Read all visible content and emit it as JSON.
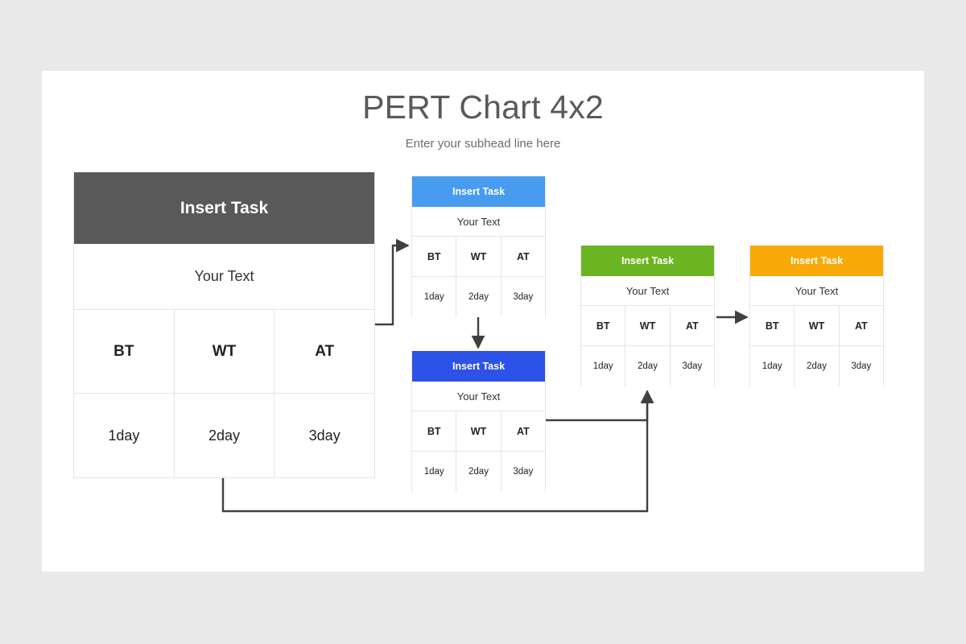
{
  "slide": {
    "title": "PERT Chart 4x2",
    "subtitle": "Enter your subhead line here",
    "background_color": "#e9e9e9",
    "panel_color": "#ffffff"
  },
  "labels": {
    "task_header": "Insert Task",
    "your_text": "Your Text",
    "bt": "BT",
    "wt": "WT",
    "at": "AT",
    "day1": "1day",
    "day2": "2day",
    "day3": "3day"
  },
  "cards": [
    {
      "id": "main",
      "header": "Insert Task",
      "header_color": "#595959",
      "text": "Your Text",
      "metrics": [
        "BT",
        "WT",
        "AT"
      ],
      "durations": [
        "1day",
        "2day",
        "3day"
      ]
    },
    {
      "id": "b1",
      "header": "Insert Task",
      "header_color": "#479cf0",
      "text": "Your Text",
      "metrics": [
        "BT",
        "WT",
        "AT"
      ],
      "durations": [
        "1day",
        "2day",
        "3day"
      ]
    },
    {
      "id": "b2",
      "header": "Insert Task",
      "header_color": "#2d52e8",
      "text": "Your Text",
      "metrics": [
        "BT",
        "WT",
        "AT"
      ],
      "durations": [
        "1day",
        "2day",
        "3day"
      ]
    },
    {
      "id": "b3",
      "header": "Insert Task",
      "header_color": "#6cb522",
      "text": "Your Text",
      "metrics": [
        "BT",
        "WT",
        "AT"
      ],
      "durations": [
        "1day",
        "2day",
        "3day"
      ]
    },
    {
      "id": "b4",
      "header": "Insert Task",
      "header_color": "#f9a907",
      "text": "Your Text",
      "metrics": [
        "BT",
        "WT",
        "AT"
      ],
      "durations": [
        "1day",
        "2day",
        "3day"
      ]
    }
  ],
  "connectors": {
    "line_color": "#404040",
    "flows": [
      "main-to-b1",
      "b1-to-b2",
      "b2-to-b3",
      "main-to-b3",
      "b3-to-b4"
    ]
  }
}
